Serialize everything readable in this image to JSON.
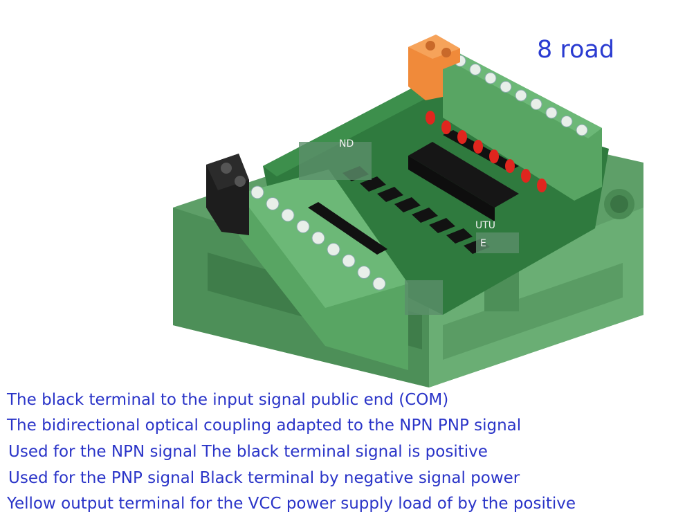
{
  "headline": "8 road",
  "board_labels": {
    "top_fragment": "ND",
    "right_fragment_1": "UTU",
    "right_fragment_2": "E"
  },
  "caption_lines": [
    "The black terminal to the input signal public end (COM)",
    "The bidirectional optical coupling adapted to the NPN PNP signal",
    "Used for the NPN signal The black terminal signal is positive",
    "Used for the PNP signal Black terminal by negative signal power",
    "Yellow output terminal for the VCC power supply load of by the positive"
  ],
  "colors": {
    "rail_green": "#5fa86a",
    "pcb_green": "#2f7a3e",
    "terminal_green": "#4f9e5c",
    "yellow_terminal": "#f08a3a",
    "black_terminal": "#1c1c1c",
    "led_red": "#e0261e",
    "text_blue": "#2a34c8"
  },
  "icons": [
    "screw-icon",
    "led-icon",
    "chip-icon",
    "optocoupler-icon"
  ]
}
